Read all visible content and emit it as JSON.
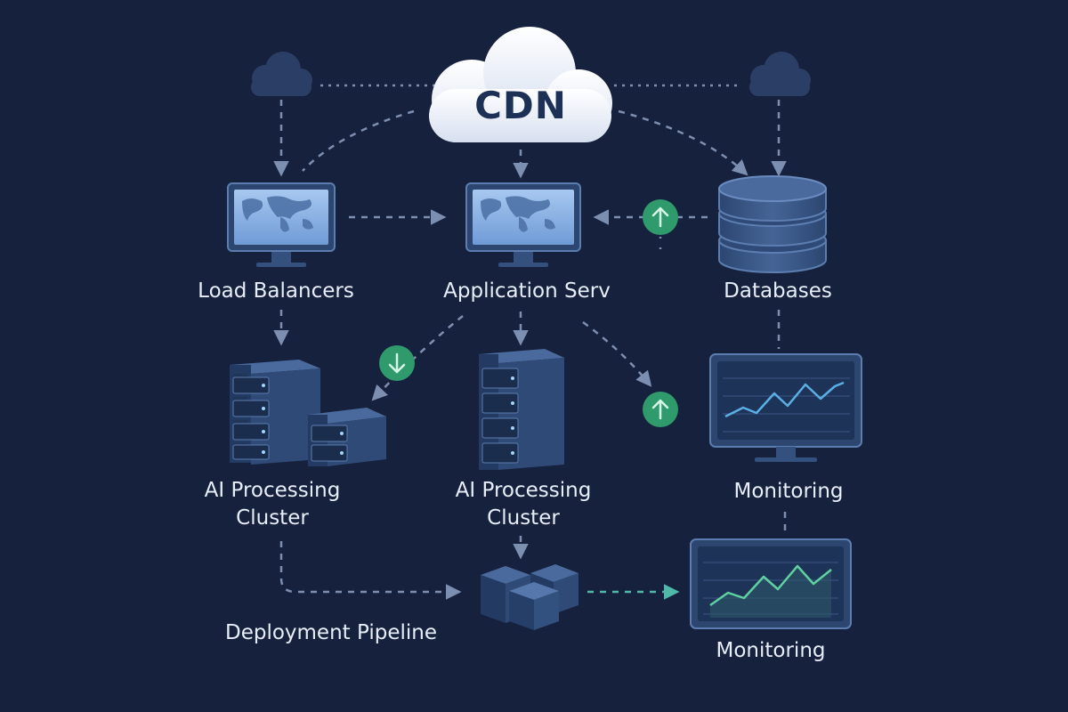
{
  "cdn": {
    "label": "CDN"
  },
  "nodes": {
    "load_balancers": "Load Balancers",
    "application_serv": "Application Serv",
    "databases": "Databases",
    "ai_cluster_left_line1": "AI Processing",
    "ai_cluster_left_line2": "Cluster",
    "ai_cluster_center_line1": "AI Processing",
    "ai_cluster_center_line2": "Cluster",
    "monitoring_top": "Monitoring",
    "deployment_pipeline": "Deployment Pipeline",
    "monitoring_bottom": "Monitoring"
  },
  "icons": {
    "cloud_small": "cloud-icon",
    "cdn_cloud": "cloud-icon",
    "monitor_map": "world-map-monitor-icon",
    "database": "database-icon",
    "server_rack": "server-rack-icon",
    "cube_stack": "cube-stack-icon",
    "chart_monitor": "line-chart-monitor-icon",
    "arrow_up_badge": "arrow-up-icon",
    "arrow_down_badge": "arrow-down-icon"
  },
  "colors": {
    "background": "#16213e",
    "dash_line": "#7d8fb0",
    "teal_line": "#4fb8a8",
    "badge_green": "#2f9a6b",
    "cloud_fill": "#eef2fa",
    "screen_blue": "#8fb8e8",
    "device_dark": "#34507f",
    "chart_line_blue": "#5ab0e6",
    "chart_line_green": "#5fd1a0"
  }
}
